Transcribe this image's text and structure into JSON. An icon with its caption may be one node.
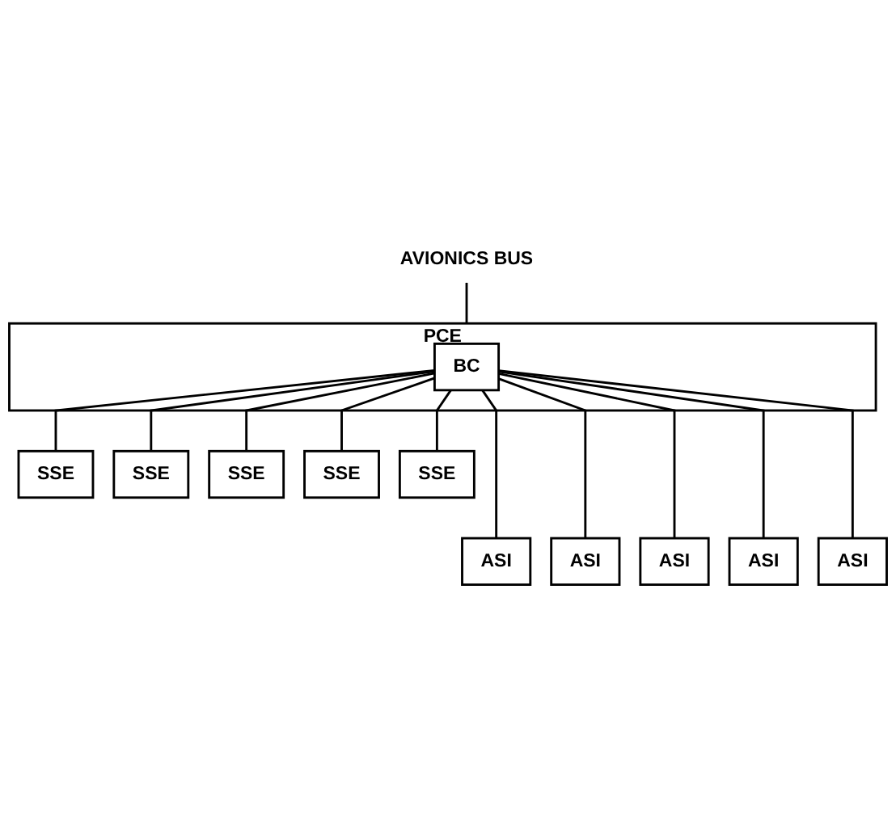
{
  "diagram": {
    "nodes": [
      {
        "text": [
          "AVIONICS BUS"
        ]
      },
      {
        "text": [
          "PCE"
        ]
      },
      {
        "text": [
          "BC"
        ],
        "in": 1
      },
      {
        "text": [
          "SSE"
        ]
      },
      {
        "text": [
          "SSE"
        ]
      },
      {
        "text": [
          "SSE"
        ]
      },
      {
        "text": [
          "SSE"
        ]
      },
      {
        "text": [
          "SSE"
        ]
      },
      {
        "text": [
          "ASI"
        ]
      },
      {
        "text": [
          "ASI"
        ]
      },
      {
        "text": [
          "ASI"
        ]
      },
      {
        "text": [
          "ASI"
        ]
      },
      {
        "text": [
          "ASI"
        ]
      }
    ],
    "edges": [
      {
        "from": 0,
        "to": 1,
        "arrow": "none"
      },
      {
        "from": 2,
        "to": 3,
        "arrow": "none"
      },
      {
        "from": 2,
        "to": 8,
        "arrow": "none"
      },
      {
        "from": 2,
        "to": 4,
        "arrow": "none"
      },
      {
        "from": 2,
        "to": 9,
        "arrow": "none"
      },
      {
        "from": 2,
        "to": 5,
        "arrow": "none"
      },
      {
        "from": 2,
        "to": 10,
        "arrow": "none"
      },
      {
        "from": 2,
        "to": 6,
        "arrow": "none"
      },
      {
        "from": 2,
        "to": 11,
        "arrow": "none"
      },
      {
        "from": 2,
        "to": 7,
        "arrow": "none"
      },
      {
        "from": 2,
        "to": 12,
        "arrow": "none"
      }
    ]
  }
}
